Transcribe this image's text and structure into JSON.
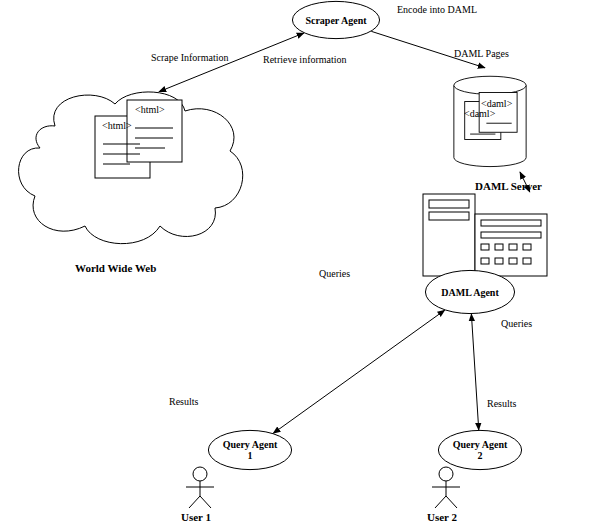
{
  "diagram": {
    "nodes": [
      {
        "text": [
          "Scraper Agent"
        ]
      },
      {
        "text": [
          "<html>",
          "<html>",
          "World Wide Web"
        ]
      },
      {
        "text": [
          "DAML Pages",
          "<daml>",
          "<daml>"
        ]
      },
      {
        "text": [
          "DAML Server"
        ]
      },
      {
        "text": [
          "DAML Agent"
        ]
      },
      {
        "text": [
          "Query Agent 1"
        ]
      },
      {
        "text": [
          "Query Agent 2"
        ]
      }
    ],
    "edges": [
      {
        "from": 1,
        "to": 0,
        "arrow": "both",
        "label": "Scrape Information"
      },
      {
        "from": 0,
        "to": 2,
        "arrow": "to",
        "label": "Encode into DAML"
      },
      {
        "from": 2,
        "to": 3,
        "arrow": "both"
      },
      {
        "from": 4,
        "to": 5,
        "arrow": "both",
        "label": "Queries"
      },
      {
        "from": 4,
        "to": 6,
        "arrow": "both",
        "label": "Queries"
      }
    ],
    "labels": [
      "Retrieve information",
      "Results",
      "Results",
      "User 1",
      "User 2"
    ]
  }
}
